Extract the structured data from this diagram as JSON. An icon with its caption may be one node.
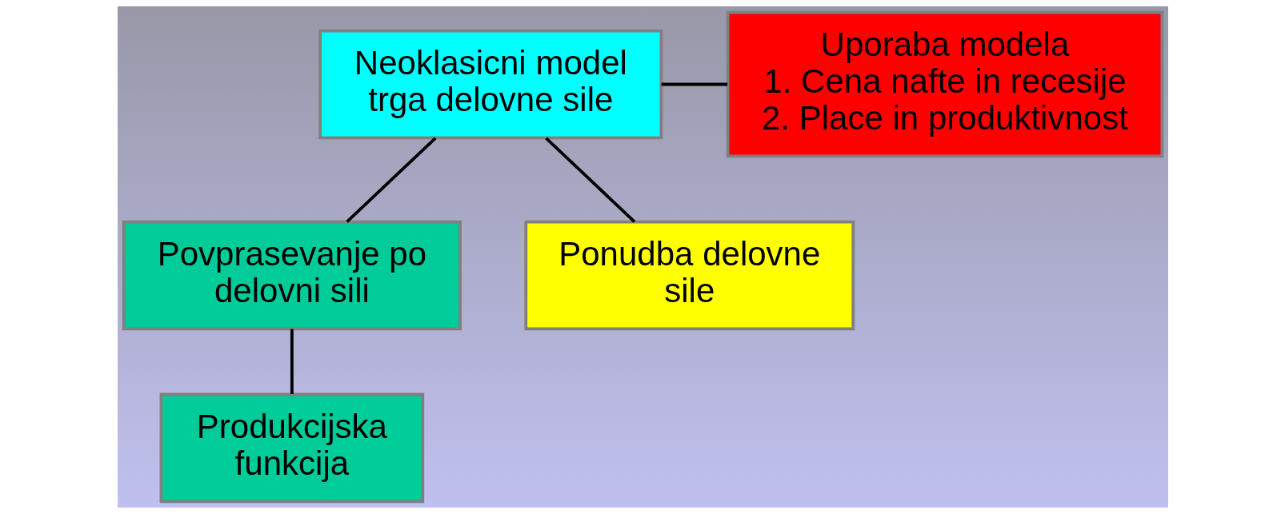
{
  "diagram": {
    "nodes": [
      {
        "text": [
          "Neoklasicni model trga delovne sile"
        ]
      },
      {
        "text": [
          "Uporaba modela",
          "1. Cena nafte in recesije",
          "2. Place in produktivnost"
        ]
      },
      {
        "text": [
          "Povprasevanje po delovni sili"
        ]
      },
      {
        "text": [
          "Ponudba delovne sile"
        ]
      },
      {
        "text": [
          "Produkcijska funkcija"
        ]
      }
    ],
    "edges": [
      {
        "from": 0,
        "to": 1,
        "arrow": "none"
      },
      {
        "from": 0,
        "to": 2,
        "arrow": "none"
      },
      {
        "from": 0,
        "to": 3,
        "arrow": "none"
      },
      {
        "from": 2,
        "to": 4,
        "arrow": "none"
      }
    ]
  }
}
